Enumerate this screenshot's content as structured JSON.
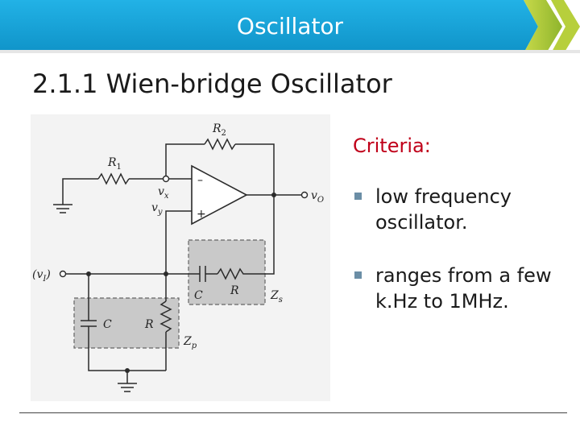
{
  "banner": {
    "title": "Oscillator",
    "accent": "#16a3d6"
  },
  "slide": {
    "heading": "2.1.1   Wien-bridge Oscillator"
  },
  "circuit": {
    "labels": {
      "r2": "R",
      "r2_sub": "2",
      "r1": "R",
      "r1_sub": "1",
      "vx": "v",
      "vx_sub": "x",
      "vy": "v",
      "vy_sub": "y",
      "vo": "v",
      "vo_sub": "O",
      "vi_open": "(v",
      "vi_sub": "I",
      "vi_close": ")",
      "minus": "–",
      "plus": "+",
      "cs": "C",
      "rs": "R",
      "zs": "Z",
      "zs_sub": "s",
      "cp": "C",
      "rp": "R",
      "zp": "Z",
      "zp_sub": "p"
    }
  },
  "criteria": {
    "heading": "Criteria:",
    "color": "#c0001a",
    "bullets": [
      "low frequency oscillator.",
      "ranges from a few k.Hz to 1MHz."
    ]
  }
}
